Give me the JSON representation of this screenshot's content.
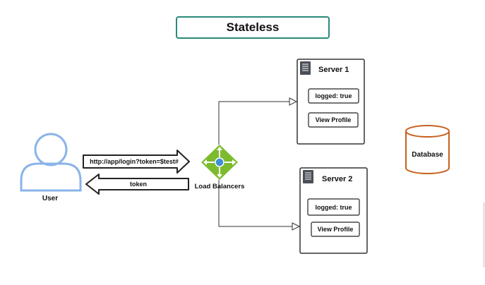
{
  "title": "Stateless",
  "user": {
    "label": "User"
  },
  "request_arrow": {
    "label": "http://app/login?token=$test#"
  },
  "response_arrow": {
    "label": "token"
  },
  "load_balancer": {
    "label": "Load Balancers"
  },
  "servers": [
    {
      "name": "Server 1",
      "status": "logged: true",
      "action": "View Profile"
    },
    {
      "name": "Server 2",
      "status": "logged: true",
      "action": "View Profile"
    }
  ],
  "database": {
    "label": "Database"
  },
  "colors": {
    "title_border": "#2a8a7a",
    "user_icon": "#8ab4e8",
    "load_balancer_green": "#7dbb2e",
    "load_balancer_center": "#3f8fd8",
    "database_stroke": "#c8601e",
    "server_icon": "#4a4f57"
  }
}
